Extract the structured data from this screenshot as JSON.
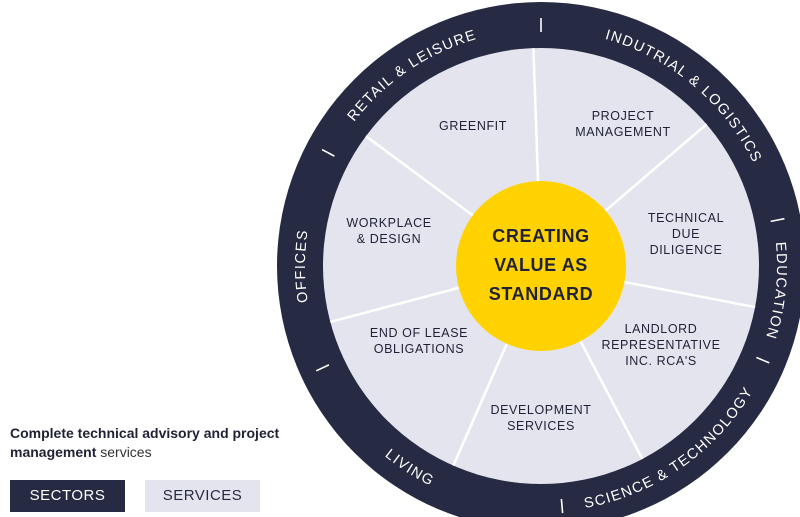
{
  "center": {
    "lines": [
      "CREATING",
      "VALUE AS",
      "STANDARD"
    ]
  },
  "services": [
    {
      "lines": [
        "GREENFIT"
      ]
    },
    {
      "lines": [
        "PROJECT",
        "MANAGEMENT"
      ]
    },
    {
      "lines": [
        "TECHNICAL",
        "DUE",
        "DILIGENCE"
      ]
    },
    {
      "lines": [
        "LANDLORD",
        "REPRESENTATIVE",
        "INC. RCA'S"
      ]
    },
    {
      "lines": [
        "DEVELOPMENT",
        "SERVICES"
      ]
    },
    {
      "lines": [
        "END OF LEASE",
        "OBLIGATIONS"
      ]
    },
    {
      "lines": [
        "WORKPLACE",
        "& DESIGN"
      ]
    }
  ],
  "sectors": [
    "RETAIL & LEISURE",
    "INDUTRIAL & LOGISTICS",
    "EDUCATION",
    "SCIENCE & TECHNOLOGY",
    "LIVING",
    "OFFICES"
  ],
  "caption": {
    "strong": "Complete technical advisory and project management",
    "light": " services"
  },
  "tabs": {
    "sectors": "SECTORS",
    "services": "SERVICES"
  },
  "colors": {
    "ring": "#262a42",
    "segment": "#e4e4ee",
    "divider": "#ffffff",
    "center": "#ffd200",
    "text": "#1f2236"
  }
}
